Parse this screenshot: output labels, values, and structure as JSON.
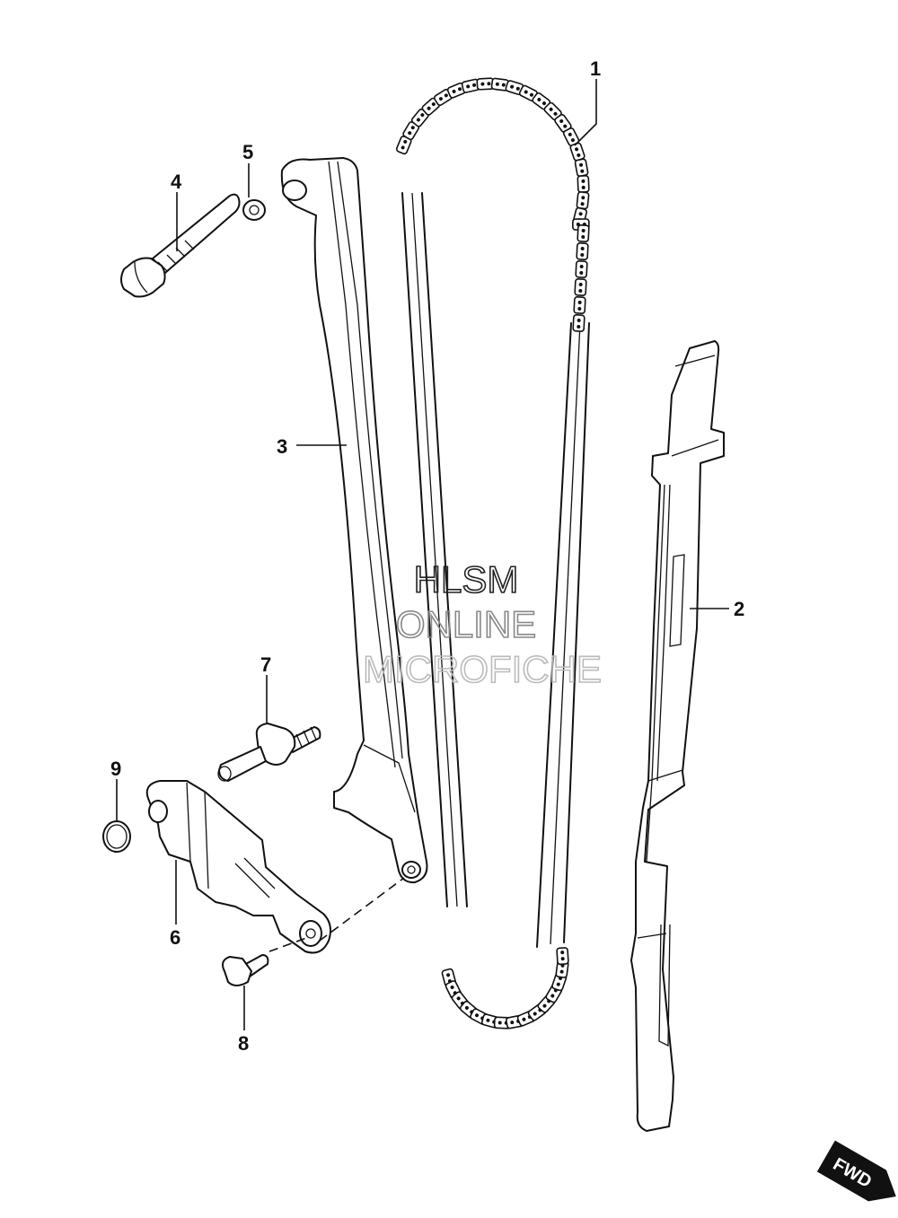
{
  "callouts": [
    {
      "id": "1",
      "label": "1"
    },
    {
      "id": "2",
      "label": "2"
    },
    {
      "id": "3",
      "label": "3"
    },
    {
      "id": "4",
      "label": "4"
    },
    {
      "id": "5",
      "label": "5"
    },
    {
      "id": "6",
      "label": "6"
    },
    {
      "id": "7",
      "label": "7"
    },
    {
      "id": "8",
      "label": "8"
    },
    {
      "id": "9",
      "label": "9"
    }
  ],
  "watermark": {
    "line1": "HLSM",
    "line2": "ONLINE",
    "line3": "MICROFICHE"
  },
  "fwd_badge": {
    "label": "FWD"
  },
  "colors": {
    "line": "#111111",
    "background": "#ffffff",
    "watermark": "#bbbbbb"
  }
}
